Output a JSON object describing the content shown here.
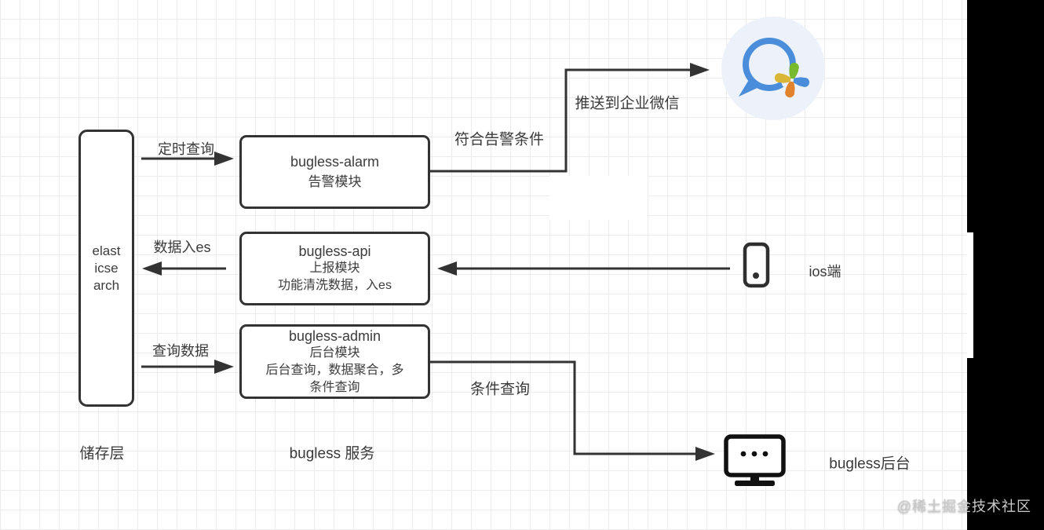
{
  "palette": {
    "line": "#333333",
    "text": "#3a3a3a",
    "grid": "#ececec",
    "background": "#ffffff",
    "right_strip": "#000000",
    "wecom_circle_bg": "#edf1f9",
    "wecom_blue": "#4a8edb",
    "wecom_green": "#79b92e",
    "wecom_yellow": "#d9b636",
    "wecom_orange": "#e0832c"
  },
  "nodes": {
    "storage": {
      "lines": [
        "elast",
        "icse",
        "arch"
      ]
    },
    "alarm": {
      "lines": [
        "bugless-alarm",
        "告警模块"
      ]
    },
    "api": {
      "lines": [
        "bugless-api",
        "上报模块",
        "功能清洗数据，入es"
      ]
    },
    "admin": {
      "lines": [
        "bugless-admin",
        "后台模块",
        "后台查询，数据聚合，多",
        "条件查询"
      ]
    }
  },
  "edges": {
    "timed_query": "定时查询",
    "data_into_es": "数据入es",
    "query_data": "查询数据",
    "meets_alarm_condition": "符合告警条件",
    "push_to_wecom": "推送到企业微信",
    "condition_query": "条件查询"
  },
  "endpoints": {
    "ios": "ios端",
    "bugless_backend": "bugless后台"
  },
  "zones": {
    "storage_layer": "储存层",
    "bugless_service": "bugless 服务"
  },
  "icons": {
    "wecom": "wecom-logo-icon",
    "phone": "smartphone-icon",
    "monitor": "monitor-icon"
  },
  "watermark": "@稀土掘金技术社区"
}
